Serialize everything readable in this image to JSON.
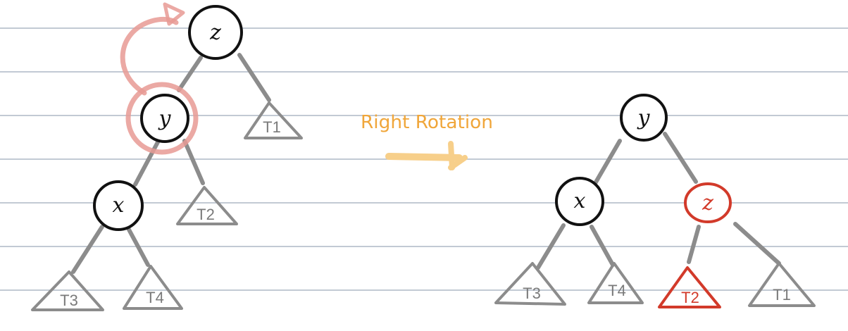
{
  "colors": {
    "ruled_line": "#aeb8c6",
    "node_stroke": "#111111",
    "edge": "#8c8c8c",
    "subtree": "#8c8c8c",
    "highlight_red": "#d23a2a",
    "highlight_pink": "#e79a94",
    "orange": "#f0a63a",
    "orange_light": "#f7cf8a"
  },
  "before_tree": {
    "nodes": {
      "z": "z",
      "y": "y",
      "x": "x"
    },
    "subtrees": {
      "t1": "T1",
      "t2": "T2",
      "t3": "T3",
      "t4": "T4"
    }
  },
  "operation": {
    "label": "Right Rotation",
    "arrow_icon": "right-arrow-icon"
  },
  "after_tree": {
    "nodes": {
      "y": "y",
      "x": "x",
      "z": "z"
    },
    "subtrees": {
      "t3": "T3",
      "t4": "T4",
      "t2": "T2",
      "t1": "T1"
    }
  }
}
